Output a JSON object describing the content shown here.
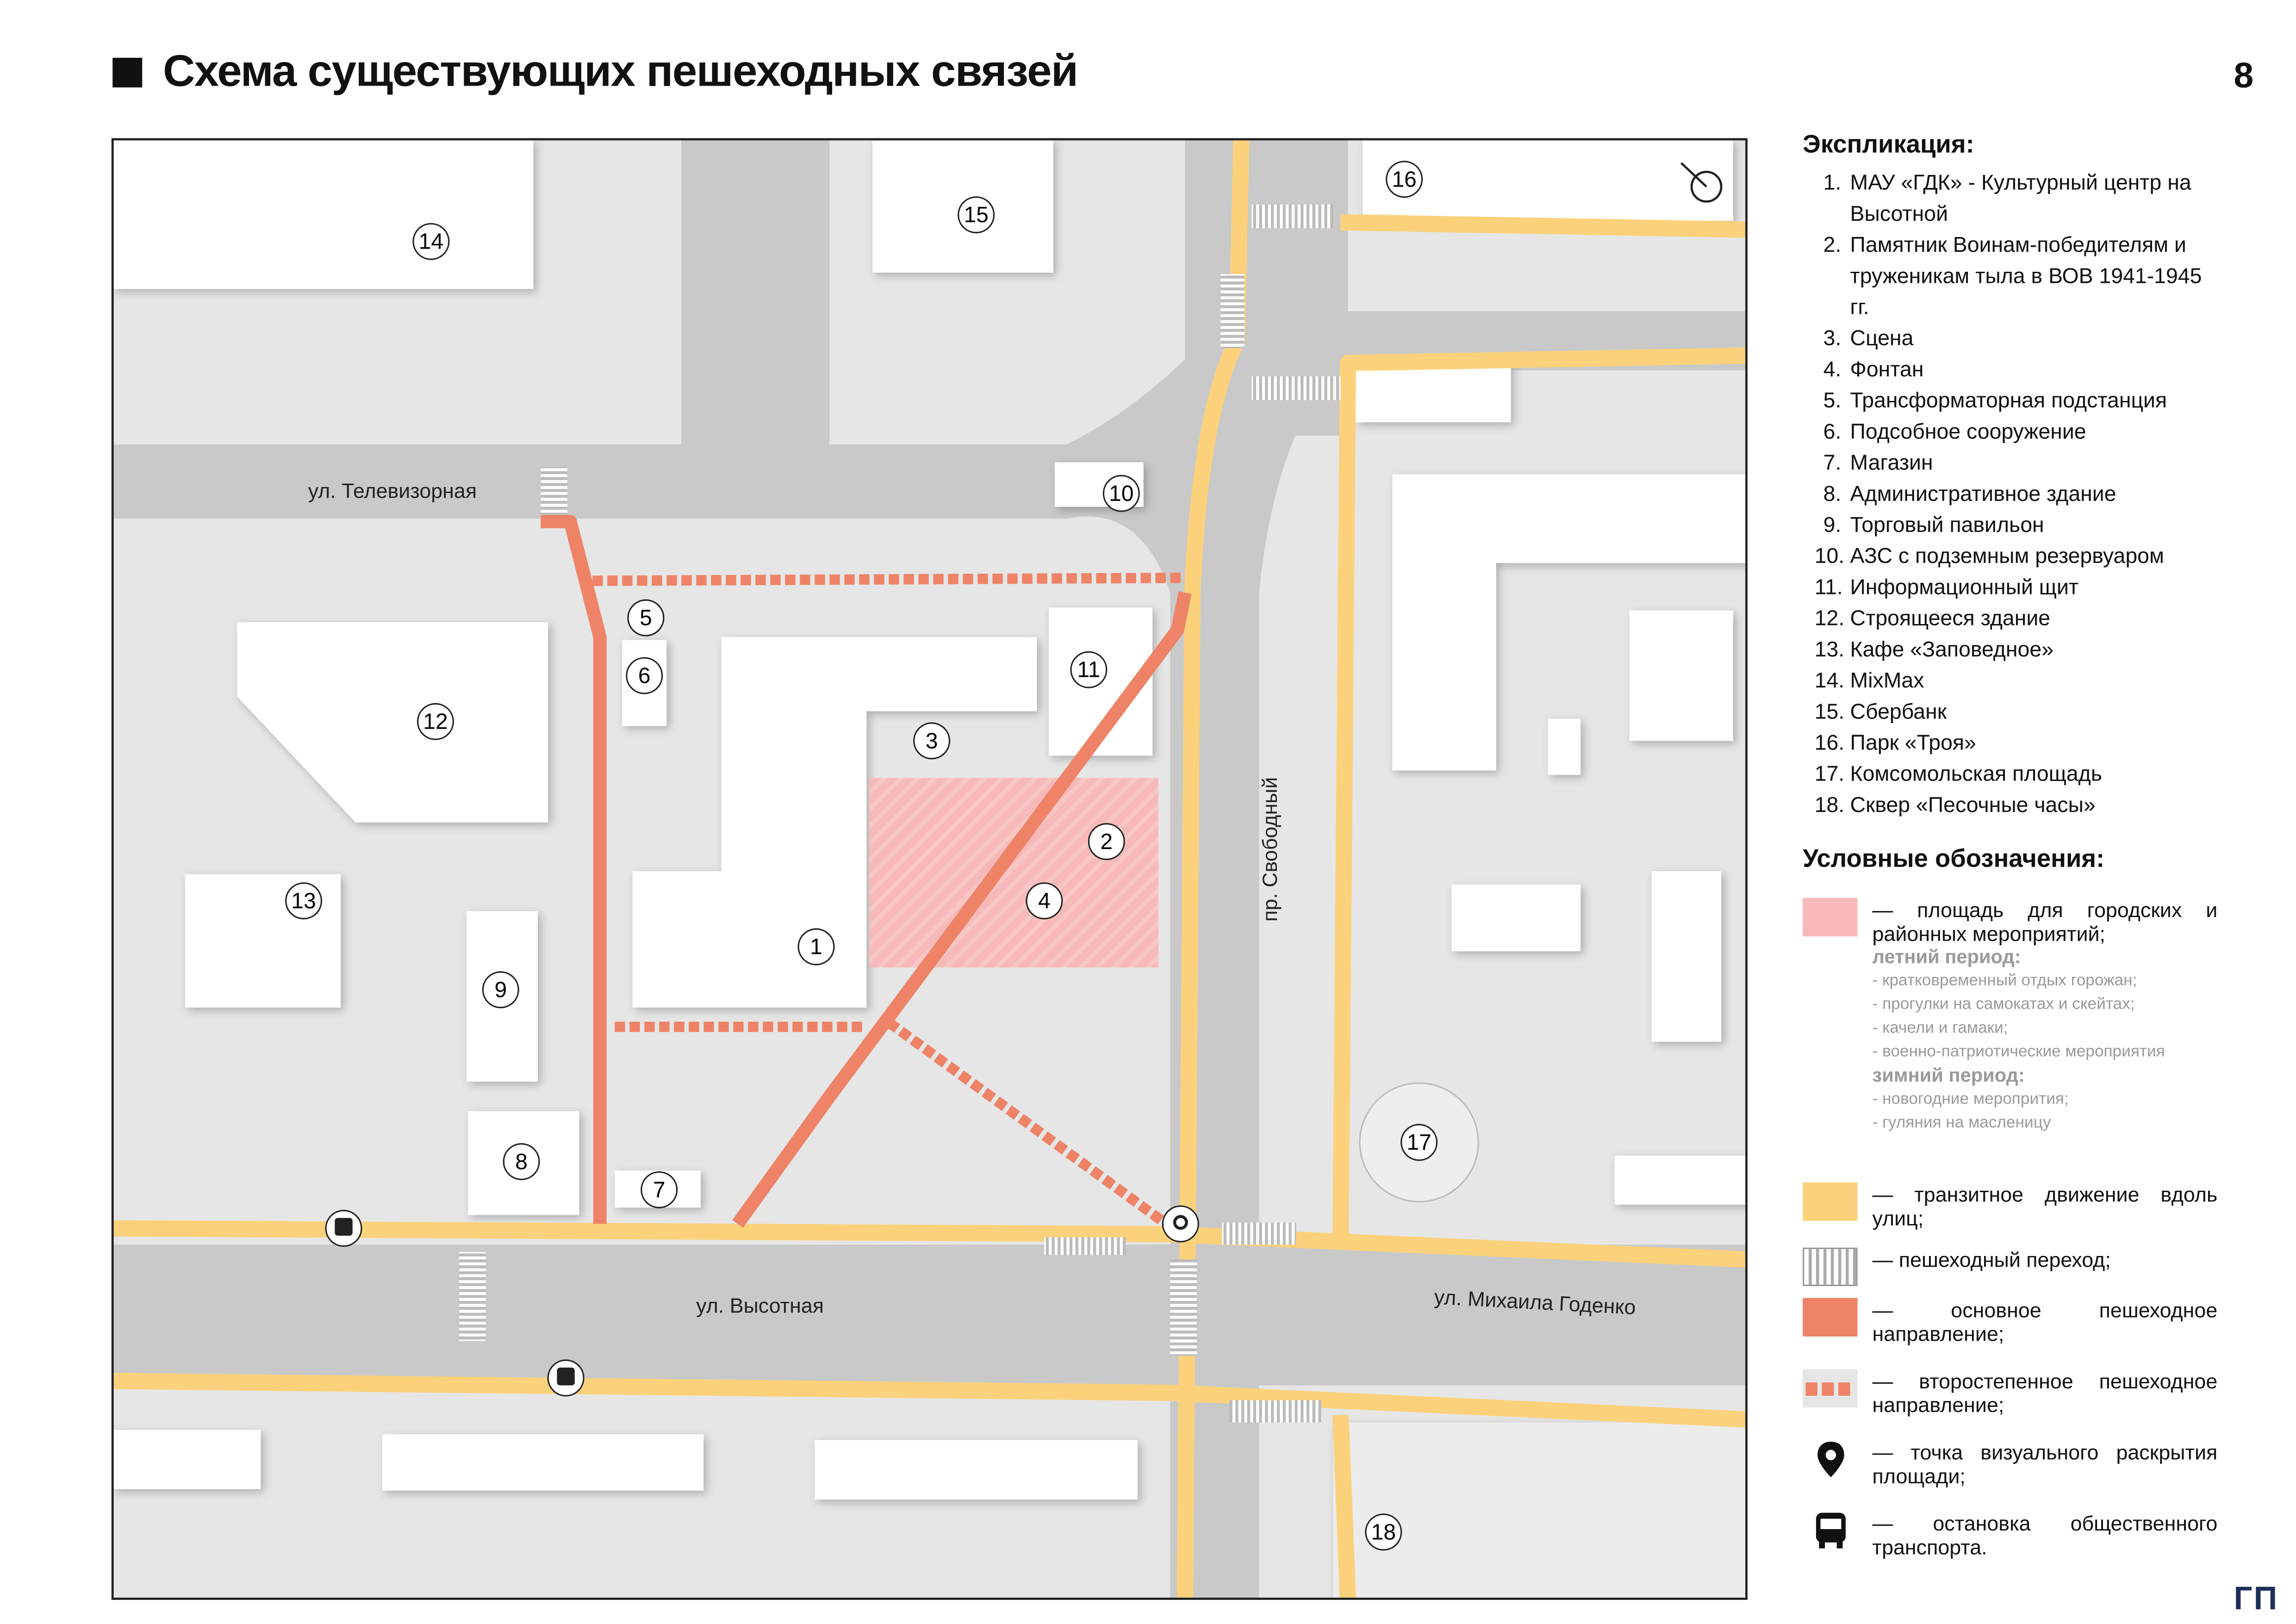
{
  "title": "Схема существующих пешеходных связей",
  "page_number": "8",
  "colors": {
    "transit": "#fbd27b",
    "main_path": "#ee8367",
    "secondary_path": "#ee8367",
    "event_area": "#f7b9b9",
    "road": "#c9c9c9",
    "block": "#e6e6e6",
    "building": "#ffffff"
  },
  "map": {
    "streets": {
      "televizornaya": "ул. Телевизорная",
      "vysotnaya": "ул. Высотная",
      "godenko": "ул. Михаила Годенко",
      "svobodny": "пр. Свободный"
    },
    "markers": [
      "1",
      "2",
      "3",
      "4",
      "5",
      "6",
      "7",
      "8",
      "9",
      "10",
      "11",
      "12",
      "13",
      "14",
      "15",
      "16",
      "17",
      "18"
    ]
  },
  "explication": {
    "heading": "Экспликация:",
    "items": [
      {
        "n": "1.",
        "text": "МАУ «ГДК» - Культурный центр на Высотной"
      },
      {
        "n": "2.",
        "text": "Памятник Воинам-победителям и труженикам тыла в ВОВ 1941-1945 гг."
      },
      {
        "n": "3.",
        "text": "Сцена"
      },
      {
        "n": "4.",
        "text": "Фонтан"
      },
      {
        "n": "5.",
        "text": "Трансформаторная подстанция"
      },
      {
        "n": "6.",
        "text": "Подсобное сооружение"
      },
      {
        "n": "7.",
        "text": "Магазин"
      },
      {
        "n": "8.",
        "text": "Административное здание"
      },
      {
        "n": "9.",
        "text": "Торговый павильон"
      },
      {
        "n": "10.",
        "text": "АЗС с подземным резервуаром"
      },
      {
        "n": "11.",
        "text": "Информационный щит"
      },
      {
        "n": "12.",
        "text": "Строящееся здание"
      },
      {
        "n": "13.",
        "text": "Кафе «Заповедное»"
      },
      {
        "n": "14.",
        "text": "MixMax"
      },
      {
        "n": "15.",
        "text": "Сбербанк"
      },
      {
        "n": "16.",
        "text": "Парк «Троя»"
      },
      {
        "n": "17.",
        "text": "Комсомольская площадь"
      },
      {
        "n": "18.",
        "text": "Сквер «Песочные часы»"
      }
    ]
  },
  "legend": {
    "heading": "Условные обозначения:",
    "event_area": "— площадь для городских и районных мероприятий;",
    "summer_heading": "летний период:",
    "summer_items": [
      "- кратковременный отдых горожан;",
      "- прогулки на самокатах и скейтах;",
      "- качели и гамаки;",
      "- военно-патриотические мероприятия"
    ],
    "winter_heading": "зимний период:",
    "winter_items": [
      "- новогодние меропрития;",
      "- гуляния на масленицу"
    ],
    "transit": "— транзитное движение вдоль улиц;",
    "crosswalk": "— пешеходный переход;",
    "main_path": "— основное пешеходное направление;",
    "secondary_path": "— второстепенное пешеходное направление;",
    "viewpoint": "— точка визуального раскрытия площади;",
    "bus_stop": "— остановка общественного транспорта."
  },
  "logo": "ГП"
}
